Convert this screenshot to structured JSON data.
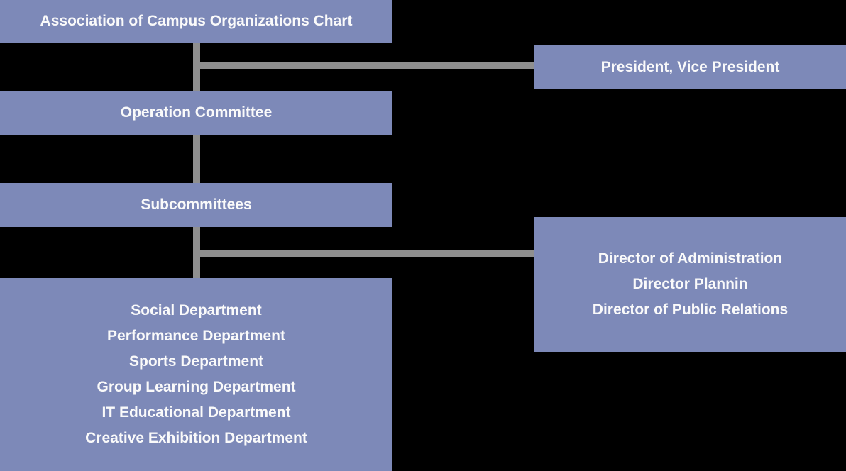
{
  "colors": {
    "box": "#7d89b8",
    "line": "#8f8f8f",
    "background": "#000000",
    "text": "#fafafa"
  },
  "chart": {
    "title": "Association of Campus Organizations Chart",
    "nodes": {
      "root": {
        "label": "Association of Campus Organizations Chart"
      },
      "president": {
        "label": "President, Vice President"
      },
      "operation": {
        "label": "Operation Committee"
      },
      "subcommittees": {
        "label": "Subcommittees"
      },
      "directors": {
        "lines": [
          "Director of Administration",
          "Director Plannin",
          "Director of Public Relations"
        ]
      },
      "departments": {
        "lines": [
          "Social Department",
          "Performance Department",
          "Sports Department",
          "Group Learning Department",
          "IT Educational Department",
          "Creative Exhibition Department"
        ]
      }
    },
    "edges": [
      {
        "from": "root",
        "to": "operation"
      },
      {
        "from": "root",
        "to": "president"
      },
      {
        "from": "operation",
        "to": "subcommittees"
      },
      {
        "from": "subcommittees",
        "to": "departments"
      },
      {
        "from": "subcommittees",
        "to": "directors"
      }
    ]
  }
}
